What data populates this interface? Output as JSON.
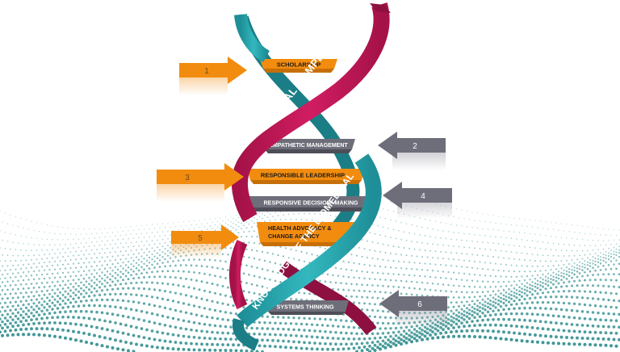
{
  "strands": {
    "upper": "CLINICAL COMPETENCE",
    "lower": "KNOWLEDGE OF THE BIOMEDICAL"
  },
  "rungs": [
    {
      "text": "SCHOLARSHIP",
      "color": "orange"
    },
    {
      "text": "EMPATHETIC MANAGEMENT",
      "color": "gray"
    },
    {
      "text": "RESPONSIBLE LEADERSHIP",
      "color": "orange"
    },
    {
      "text": "RESPONSIVE DECISION- MAKING",
      "color": "gray"
    },
    {
      "text": "HEALTH ADVOCACY &",
      "text2": "CHANGE AGENCY",
      "color": "orange"
    },
    {
      "text": "SYSTEMS THINKING",
      "color": "gray"
    }
  ],
  "arrows": [
    {
      "number": "1",
      "direction": "right",
      "color": "orange"
    },
    {
      "number": "2",
      "direction": "left",
      "color": "gray"
    },
    {
      "number": "3",
      "direction": "right",
      "color": "orange"
    },
    {
      "number": "4",
      "direction": "left",
      "color": "gray"
    },
    {
      "number": "5",
      "direction": "right",
      "color": "orange"
    },
    {
      "number": "6",
      "direction": "left",
      "color": "gray"
    }
  ],
  "colors": {
    "orange": "#F28C0F",
    "gray": "#6E6E7A",
    "crimson": "#C8185A",
    "teal": "#2BA7AE",
    "dots": "#2E8C8C"
  }
}
